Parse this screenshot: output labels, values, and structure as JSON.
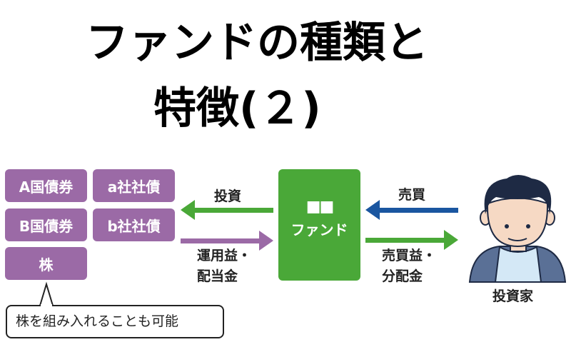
{
  "title": {
    "line1": "ファンドの種類と",
    "line2": "特徴(２)"
  },
  "assets": {
    "a": "A国債券",
    "b": "a社社債",
    "c": "B国債券",
    "d": "b社社債",
    "e": "株"
  },
  "callout": "株を組み入れることも可能",
  "left_arrows": {
    "invest": "投資",
    "returns_1": "運用益・",
    "returns_2": "配当金"
  },
  "fund": {
    "name_placeholder": "■■",
    "label": "ファンド"
  },
  "right_arrows": {
    "trade": "売買",
    "returns_1": "売買益・",
    "returns_2": "分配金"
  },
  "investor": "投資家",
  "colors": {
    "purple": "#9b6aa6",
    "green": "#4aa838",
    "blue": "#1a56a0"
  }
}
